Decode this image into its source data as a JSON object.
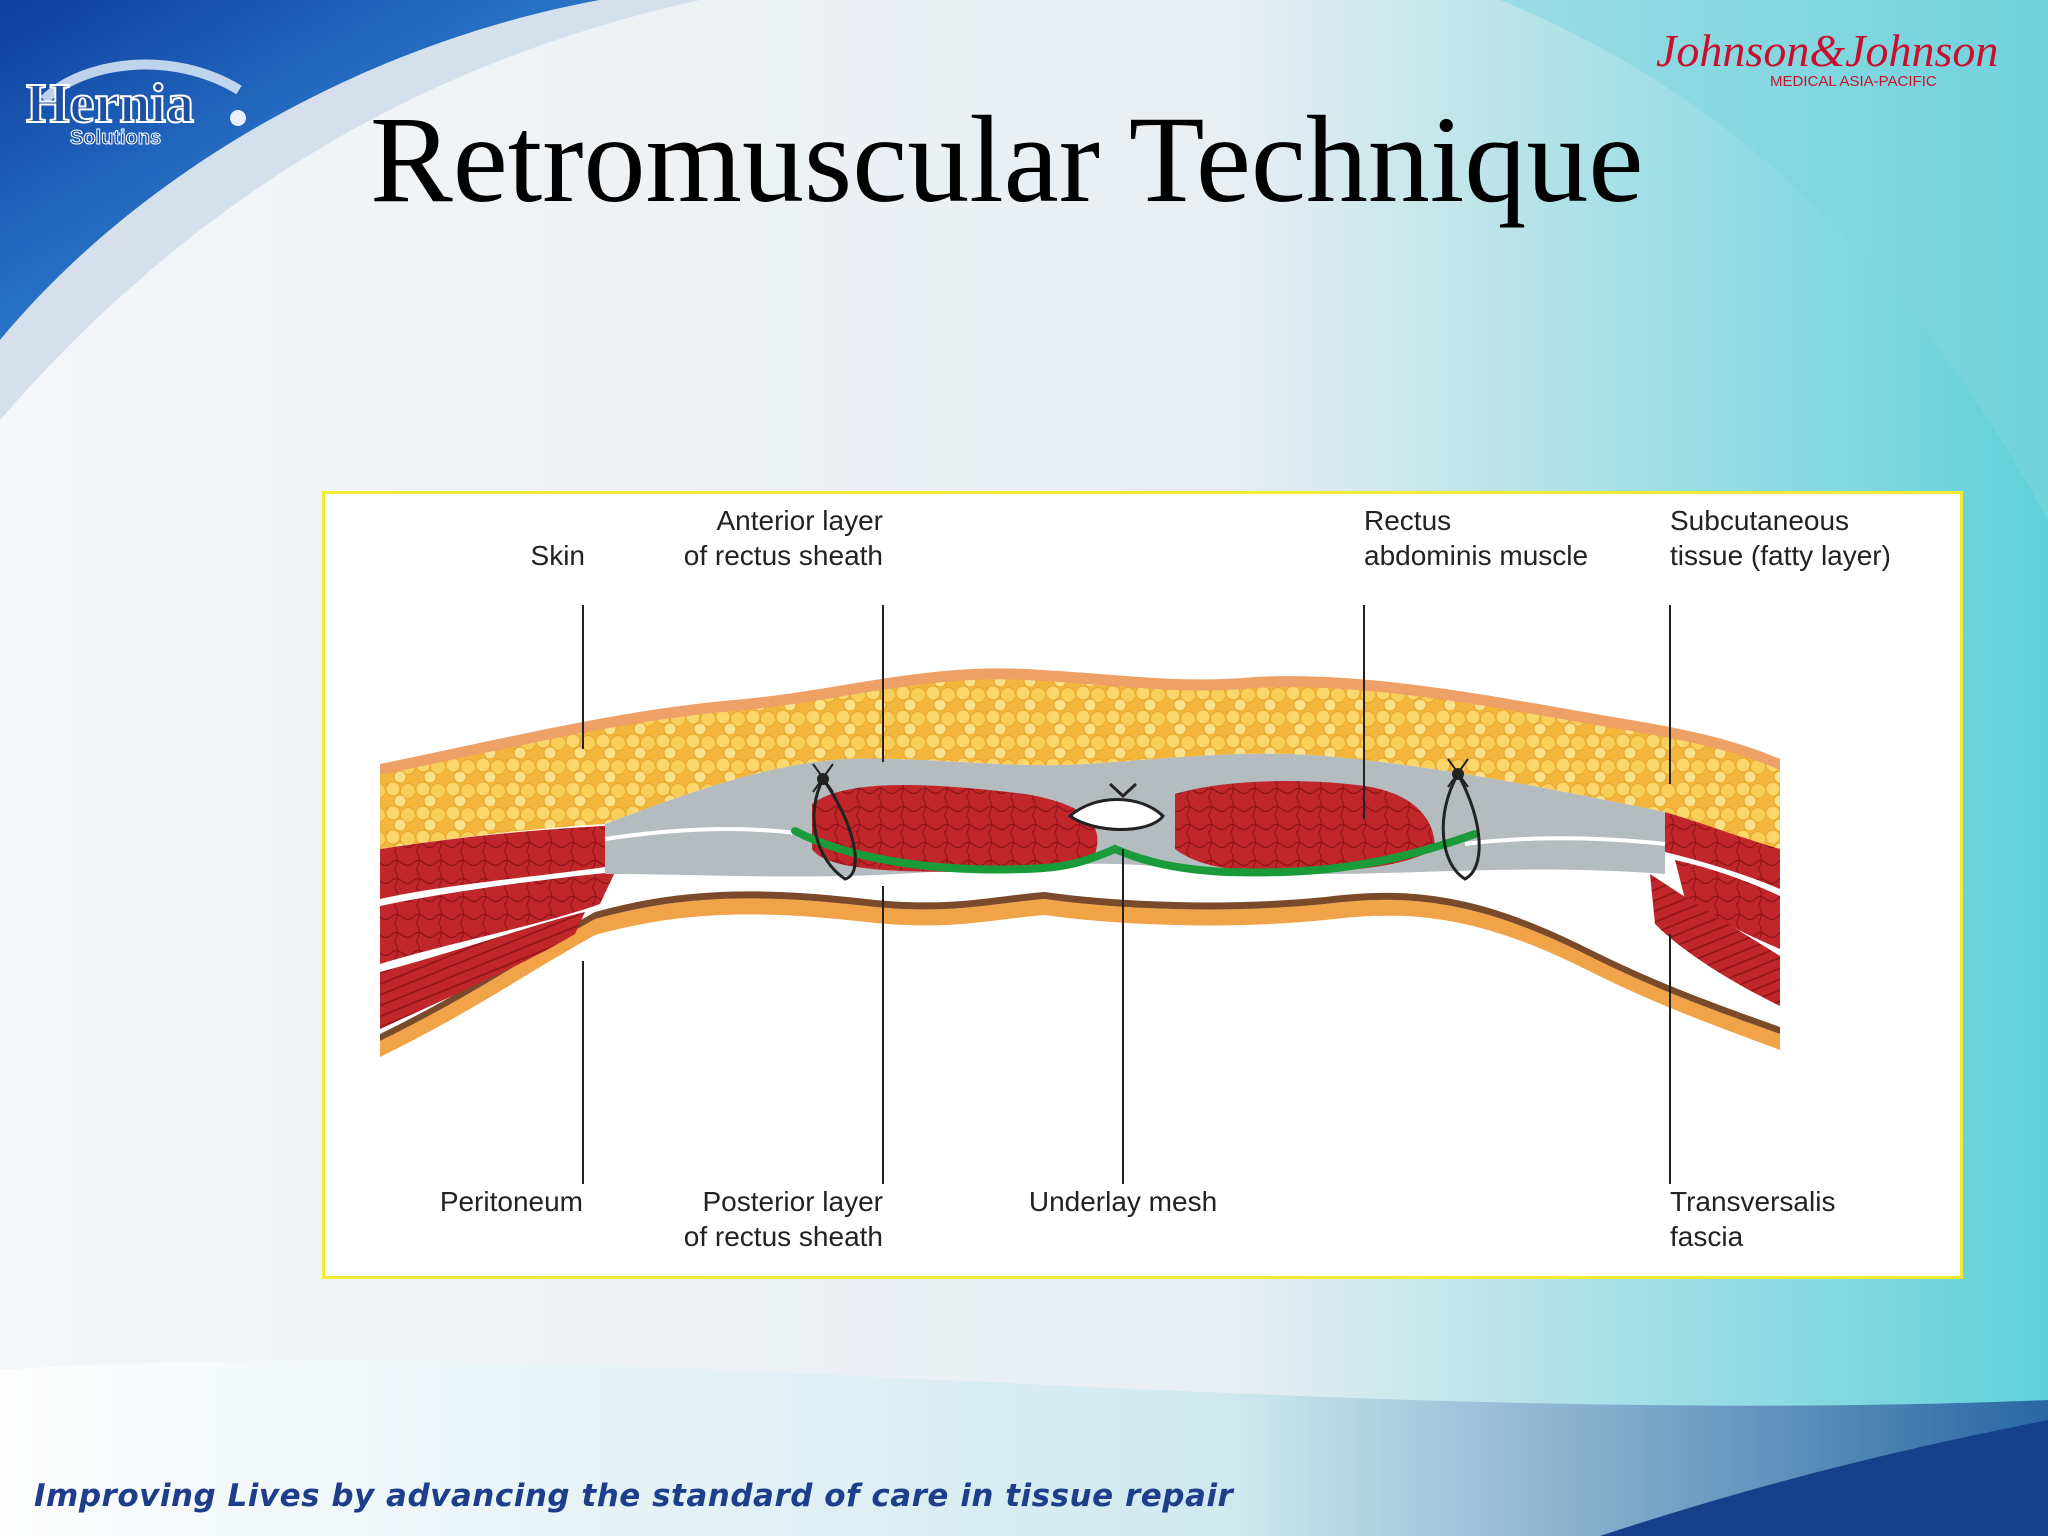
{
  "slide": {
    "title": "Retromuscular Technique",
    "tagline": "Improving Lives by advancing the standard of care in tissue repair"
  },
  "logos": {
    "hernia": {
      "line1": "Hernia",
      "line2": "Solutions"
    },
    "jnj": {
      "name": "Johnson&Johnson",
      "sub": "MEDICAL ASIA-PACIFIC"
    }
  },
  "diagram": {
    "labels": {
      "skin": "Skin",
      "anterior_layer": [
        "Anterior layer",
        "of rectus sheath"
      ],
      "rectus_muscle": [
        "Rectus",
        "abdominis muscle"
      ],
      "subcutaneous": [
        "Subcutaneous",
        "tissue (fatty layer)"
      ],
      "peritoneum": "Peritoneum",
      "posterior_layer": [
        "Posterior layer",
        "of rectus sheath"
      ],
      "underlay_mesh": "Underlay mesh",
      "transversalis": [
        "Transversalis",
        "fascia"
      ]
    }
  },
  "colors": {
    "frame_border": "#f3ea34",
    "muscle": "#c0262a",
    "fat": "#f6c54a",
    "skin": "#eea167",
    "fascia": "#b5bcc0",
    "mesh": "#1a9b3a",
    "peritoneum_brown": "#7a4a2a",
    "peritoneum_orange": "#f0a347",
    "tagline": "#1e3e8c"
  }
}
